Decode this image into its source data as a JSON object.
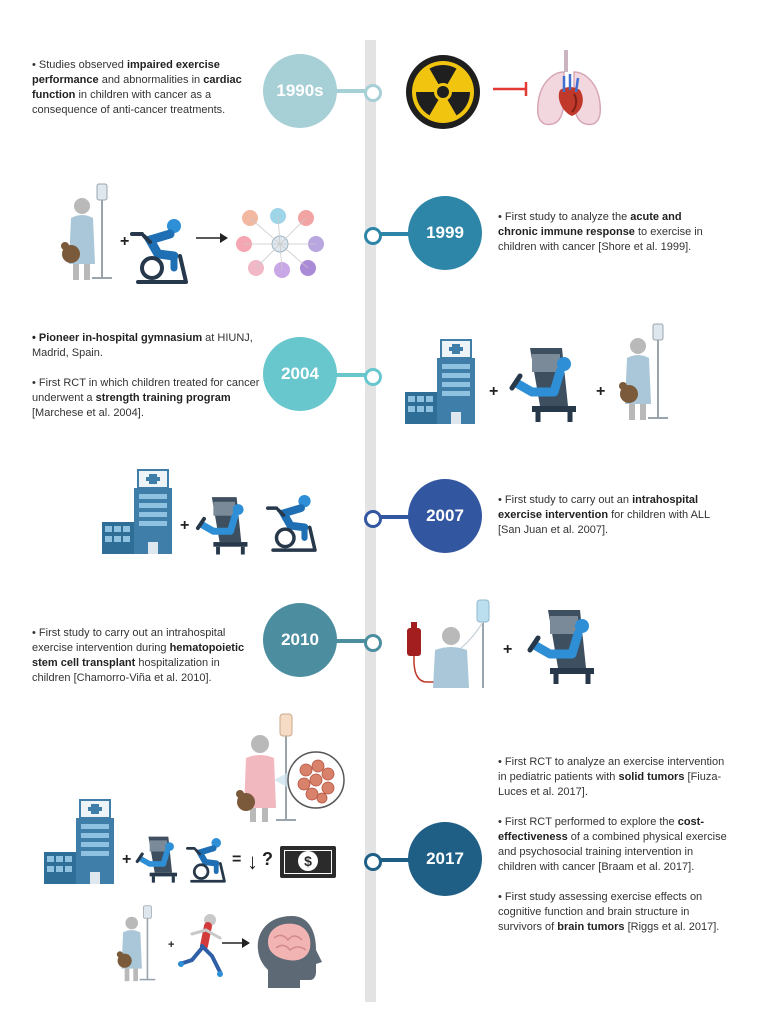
{
  "colors": {
    "c1990s": "#a7cfd6",
    "c1999": "#2d86a7",
    "c2004": "#68c6cd",
    "c2007": "#3356a1",
    "c2010": "#4c8ea0",
    "c2017": "#1f5f86",
    "spine": "#e3e3e3",
    "icon_blue": "#2f8fd6",
    "building": "#3e7ea8",
    "radiation_yellow": "#f1c40f",
    "inhibit_red": "#e53935"
  },
  "events": [
    {
      "year": "1990s",
      "paragraphs": [
        [
          {
            "t": "• Studies observed ",
            "b": false
          },
          {
            "t": "impaired exercise performance",
            "b": true
          },
          {
            "t": " and abnormalities in ",
            "b": false
          },
          {
            "t": "cardiac function",
            "b": true
          },
          {
            "t": " in children with cancer as a consequence of anti-cancer treatments.",
            "b": false
          }
        ]
      ]
    },
    {
      "year": "1999",
      "paragraphs": [
        [
          {
            "t": "• First study to analyze the ",
            "b": false
          },
          {
            "t": "acute and chronic immune response",
            "b": true
          },
          {
            "t": " to exercise in children with cancer [Shore et al. 1999].",
            "b": false
          }
        ]
      ]
    },
    {
      "year": "2004",
      "paragraphs": [
        [
          {
            "t": "• Pioneer in-hospital gymnasium",
            "b": true
          },
          {
            "t": " at HIUNJ, Madrid, Spain.",
            "b": false
          }
        ],
        [
          {
            "t": "• First RCT in which children treated for cancer underwent a ",
            "b": false
          },
          {
            "t": "strength training program",
            "b": true
          },
          {
            "t": " [Marchese et al. 2004].",
            "b": false
          }
        ]
      ]
    },
    {
      "year": "2007",
      "paragraphs": [
        [
          {
            "t": "• First study to carry out an ",
            "b": false
          },
          {
            "t": "intrahospital exercise intervention",
            "b": true
          },
          {
            "t": " for children with ALL [San Juan et al. 2007].",
            "b": false
          }
        ]
      ]
    },
    {
      "year": "2010",
      "paragraphs": [
        [
          {
            "t": "• First study to carry out an intrahospital exercise intervention during ",
            "b": false
          },
          {
            "t": "hematopoietic stem cell transplant",
            "b": true
          },
          {
            "t": " hospitalization in children [Chamorro-Viña et al. 2010].",
            "b": false
          }
        ]
      ]
    },
    {
      "year": "2017",
      "paragraphs": [
        [
          {
            "t": "• First RCT to analyze an exercise intervention in pediatric patients with ",
            "b": false
          },
          {
            "t": "solid tumors",
            "b": true
          },
          {
            "t": " [Fiuza-Luces et al. 2017].",
            "b": false
          }
        ],
        [
          {
            "t": "• First RCT performed to explore the ",
            "b": false
          },
          {
            "t": "cost-effectiveness",
            "b": true
          },
          {
            "t": " of a combined physical exercise and psychosocial training intervention in children with cancer [Braam et al. 2017].",
            "b": false
          }
        ],
        [
          {
            "t": "• First study assessing exercise effects on cognitive function and brain structure in survivors of ",
            "b": false
          },
          {
            "t": "brain tumors",
            "b": true
          },
          {
            "t": " [Riggs et al. 2017].",
            "b": false
          }
        ]
      ]
    }
  ],
  "symbols": {
    "plus": "+",
    "equals": "=",
    "down_arrow": "↓",
    "question": "?",
    "dollar": "$"
  }
}
